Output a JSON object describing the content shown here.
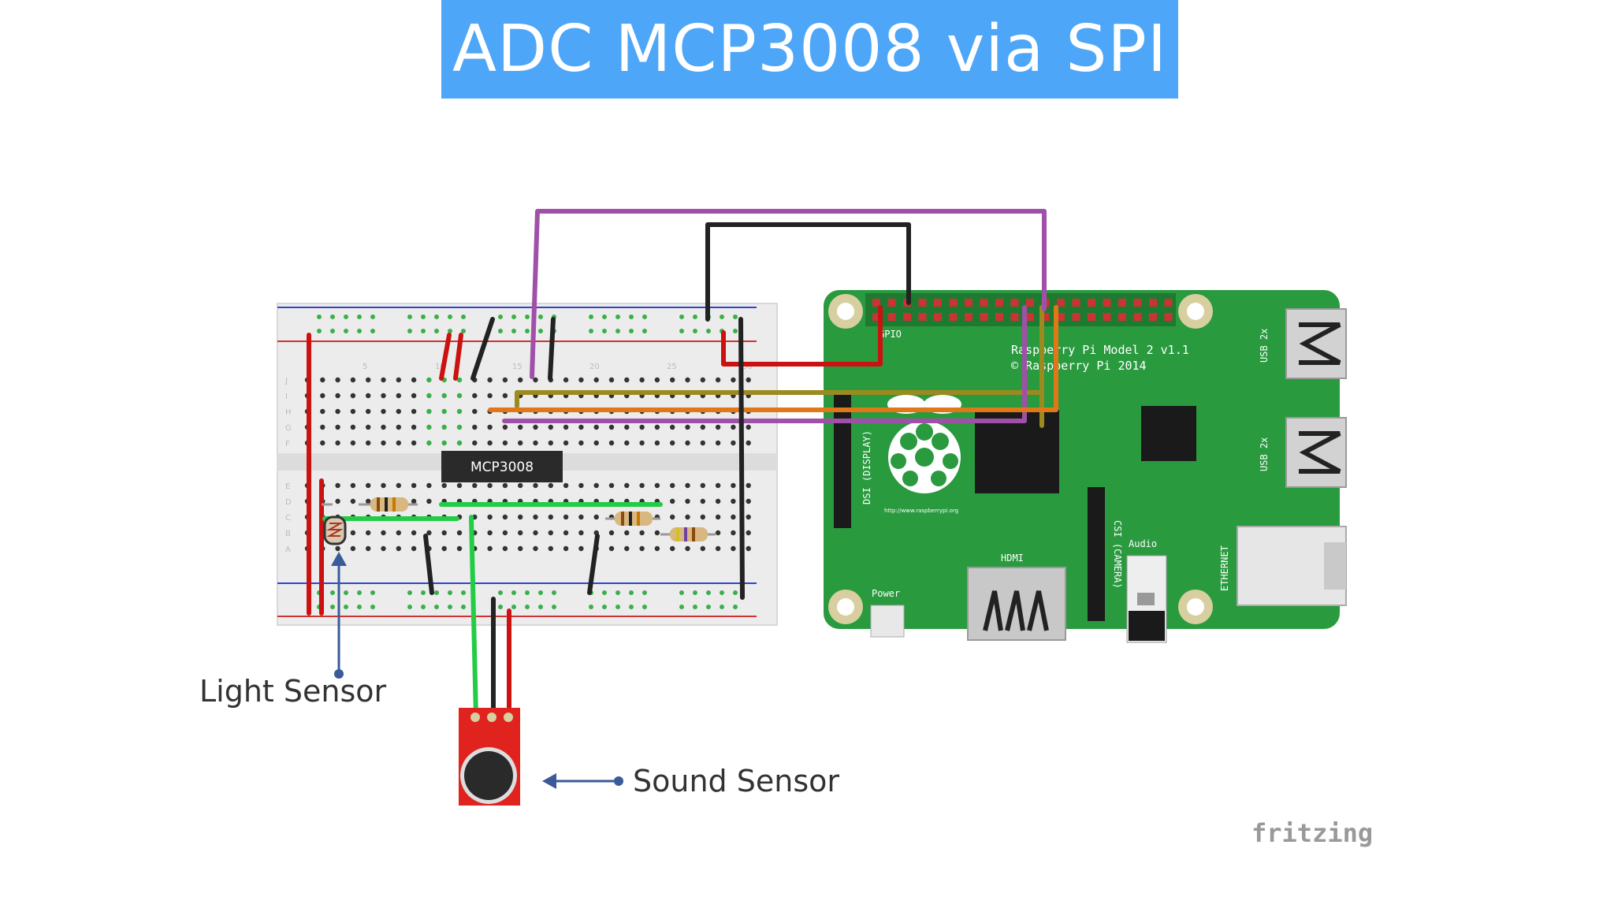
{
  "title": "ADC MCP3008 via SPI",
  "chip_label": "MCP3008",
  "callouts": {
    "light_sensor": "Light Sensor",
    "sound_sensor": "Sound Sensor"
  },
  "watermark": "fritzing",
  "breadboard": {
    "row_letters_top": [
      "J",
      "I",
      "H",
      "G",
      "F"
    ],
    "row_letters_bottom": [
      "E",
      "D",
      "C",
      "B",
      "A"
    ],
    "column_numbers": [
      "5",
      "10",
      "15",
      "20",
      "25",
      "30"
    ]
  },
  "pi": {
    "gpio_label": "GPIO",
    "model_line1": "Raspberry Pi Model 2 v1.1",
    "model_line2": "© Raspberry Pi 2014",
    "url": "http://www.raspberrypi.org",
    "dsi_label": "DSI (DISPLAY)",
    "csi_label": "CSI (CAMERA)",
    "hdmi_label": "HDMI",
    "audio_label": "Audio",
    "power_label": "Power",
    "usb1_label": "USB 2x",
    "usb2_label": "USB 2x",
    "ethernet_label": "ETHERNET"
  },
  "colors": {
    "banner": "#4da6f7",
    "pcb": "#2a9a3f",
    "wire_purple": "#a050a8",
    "wire_black": "#222222",
    "wire_red": "#cc1111",
    "wire_green": "#22cc44",
    "wire_orange": "#e07818",
    "wire_olive": "#9a8a20",
    "callout_arrow": "#3a5a9a"
  }
}
